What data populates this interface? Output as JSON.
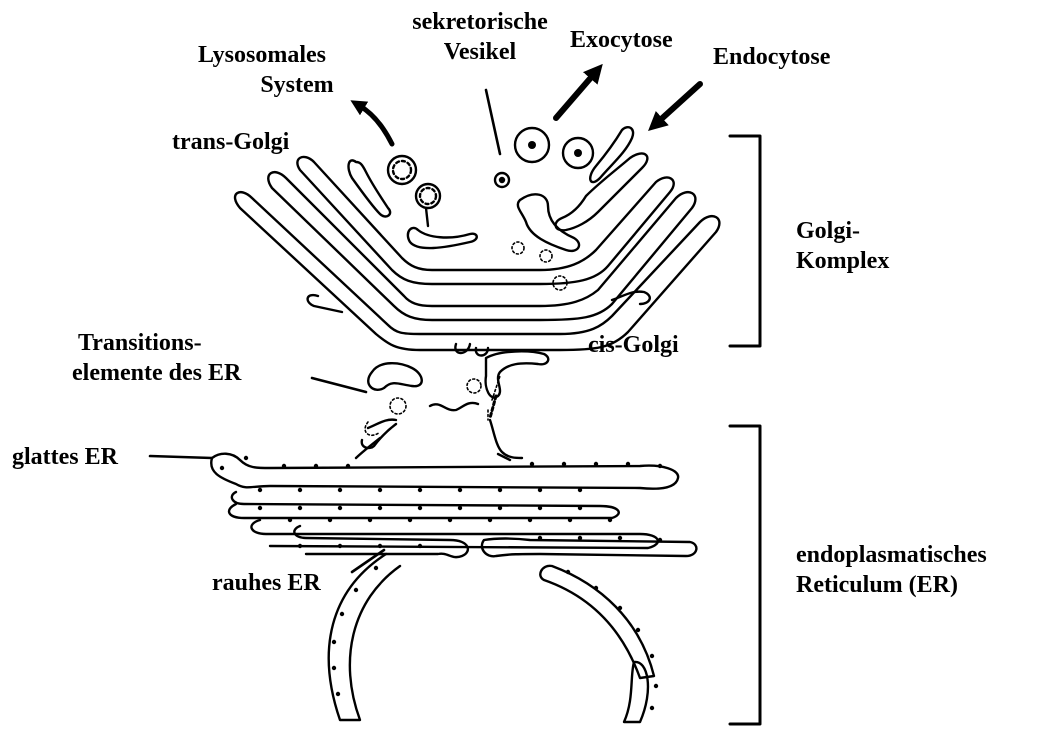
{
  "labels": {
    "lysosomal_system": [
      "Lysosomales",
      "System"
    ],
    "secretory_vesicle": [
      "sekretorische",
      "Vesikel"
    ],
    "exocytosis": "Exocytose",
    "endocytosis": "Endocytose",
    "trans_golgi": "trans-Golgi",
    "golgi_complex": [
      "Golgi-",
      "Komplex"
    ],
    "cis_golgi": "cis-Golgi",
    "transition_elements": [
      "Transitions-",
      "elemente des ER"
    ],
    "smooth_er": "glattes ER",
    "rough_er": "rauhes ER",
    "er": [
      "endoplasmatisches",
      "Reticulum (ER)"
    ]
  },
  "colors": {
    "ink": "#000000",
    "background": "#ffffff"
  }
}
